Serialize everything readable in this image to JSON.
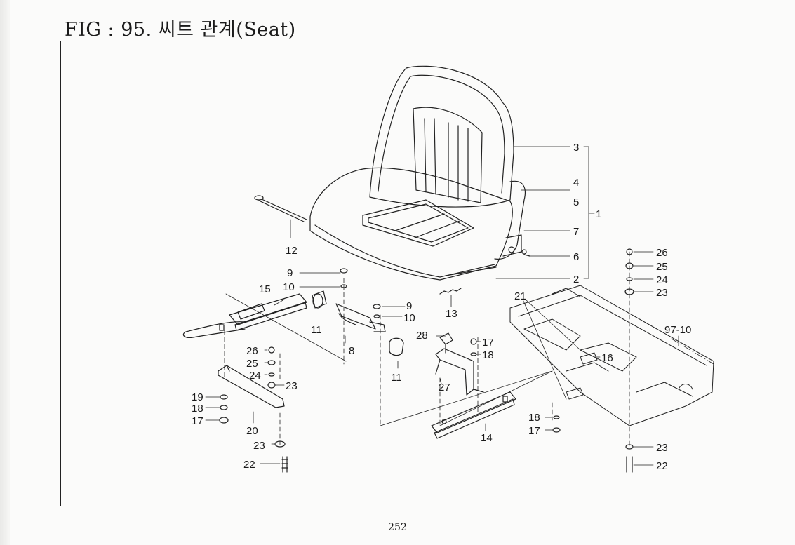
{
  "figure": {
    "title": "FIG : 95. 씨트 관계(Seat)",
    "page_number": "252"
  },
  "callouts": {
    "c1": "1",
    "c2": "2",
    "c3": "3",
    "c4": "4",
    "c5": "5",
    "c6": "6",
    "c7": "7",
    "c8": "8",
    "c9a": "9",
    "c9b": "9",
    "c10a": "10",
    "c10b": "10",
    "c11a": "11",
    "c11b": "11",
    "c12": "12",
    "c13": "13",
    "c14": "14",
    "c15": "15",
    "c16": "16",
    "c17a": "17",
    "c17b": "17",
    "c17c": "17",
    "c18a": "18",
    "c18b": "18",
    "c18c": "18",
    "c19": "19",
    "c20": "20",
    "c21": "21",
    "c22a": "22",
    "c22b": "22",
    "c23a": "23",
    "c23b": "23",
    "c23c": "23",
    "c23d": "23",
    "c24a": "24",
    "c24b": "24",
    "c25a": "25",
    "c25b": "25",
    "c26a": "26",
    "c26b": "26",
    "c27": "27",
    "c28": "28",
    "c97": "97-10"
  }
}
